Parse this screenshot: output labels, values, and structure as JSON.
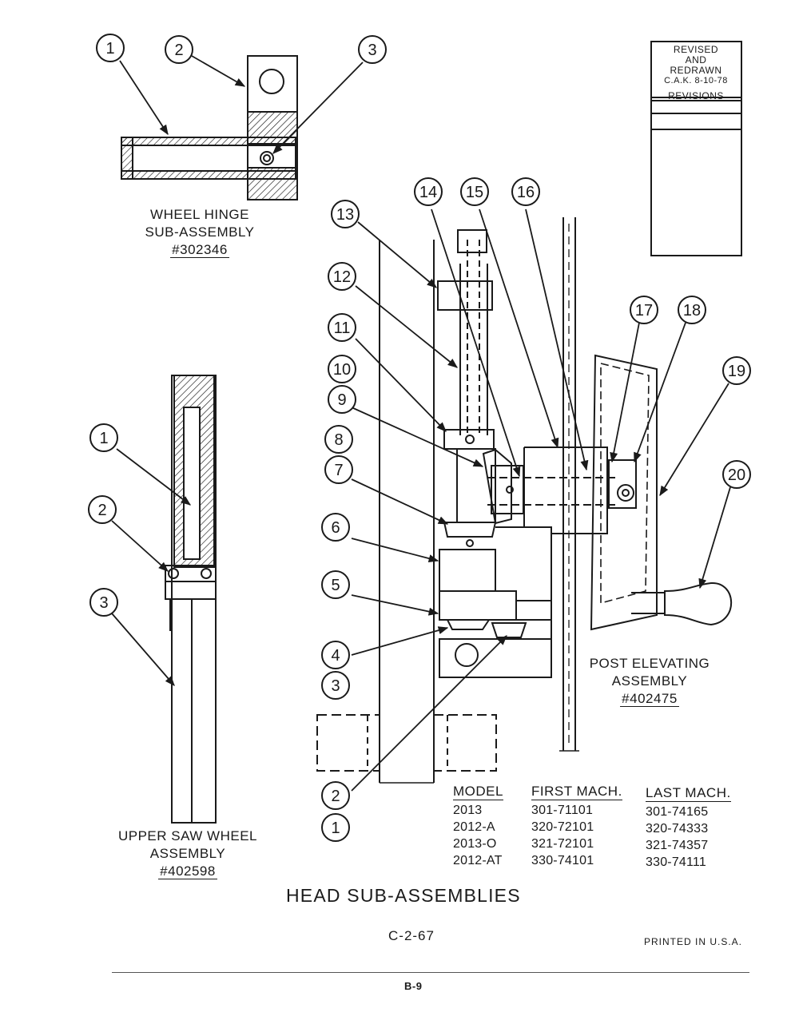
{
  "callouts": {
    "wheel_hinge": [
      "1",
      "2",
      "3"
    ],
    "upper_saw_wheel": [
      "1",
      "2",
      "3"
    ],
    "post_elevating": [
      "1",
      "2",
      "3",
      "4",
      "5",
      "6",
      "7",
      "8",
      "9",
      "10",
      "11",
      "12",
      "13",
      "14",
      "15",
      "16",
      "17",
      "18",
      "19",
      "20"
    ]
  },
  "wheel_hinge": {
    "line1": "WHEEL HINGE",
    "line2": "SUB-ASSEMBLY",
    "number": "#302346"
  },
  "upper_saw_wheel": {
    "line1": "UPPER SAW WHEEL",
    "line2": "ASSEMBLY",
    "number": "#402598"
  },
  "post_elevating": {
    "line1": "POST ELEVATING",
    "line2": "ASSEMBLY",
    "number": "#402475"
  },
  "revision_block": {
    "line1": "REVISED",
    "line2": "AND",
    "line3": "REDRAWN",
    "line4": "C.A.K. 8-10-78",
    "header": "REVISIONS"
  },
  "model_table": {
    "headers": {
      "model": "MODEL",
      "first": "FIRST MACH.",
      "last": "LAST MACH."
    },
    "models": [
      "2013",
      "2012-A",
      "2013-O",
      "2012-AT"
    ],
    "first": [
      "301-71101",
      "320-72101",
      "321-72101",
      "330-74101"
    ],
    "last": [
      "301-74165",
      "320-74333",
      "321-74357",
      "330-74111"
    ]
  },
  "title": "HEAD SUB-ASSEMBLIES",
  "doc_code": "C-2-67",
  "printed": "PRINTED IN U.S.A.",
  "page_number": "B-9"
}
